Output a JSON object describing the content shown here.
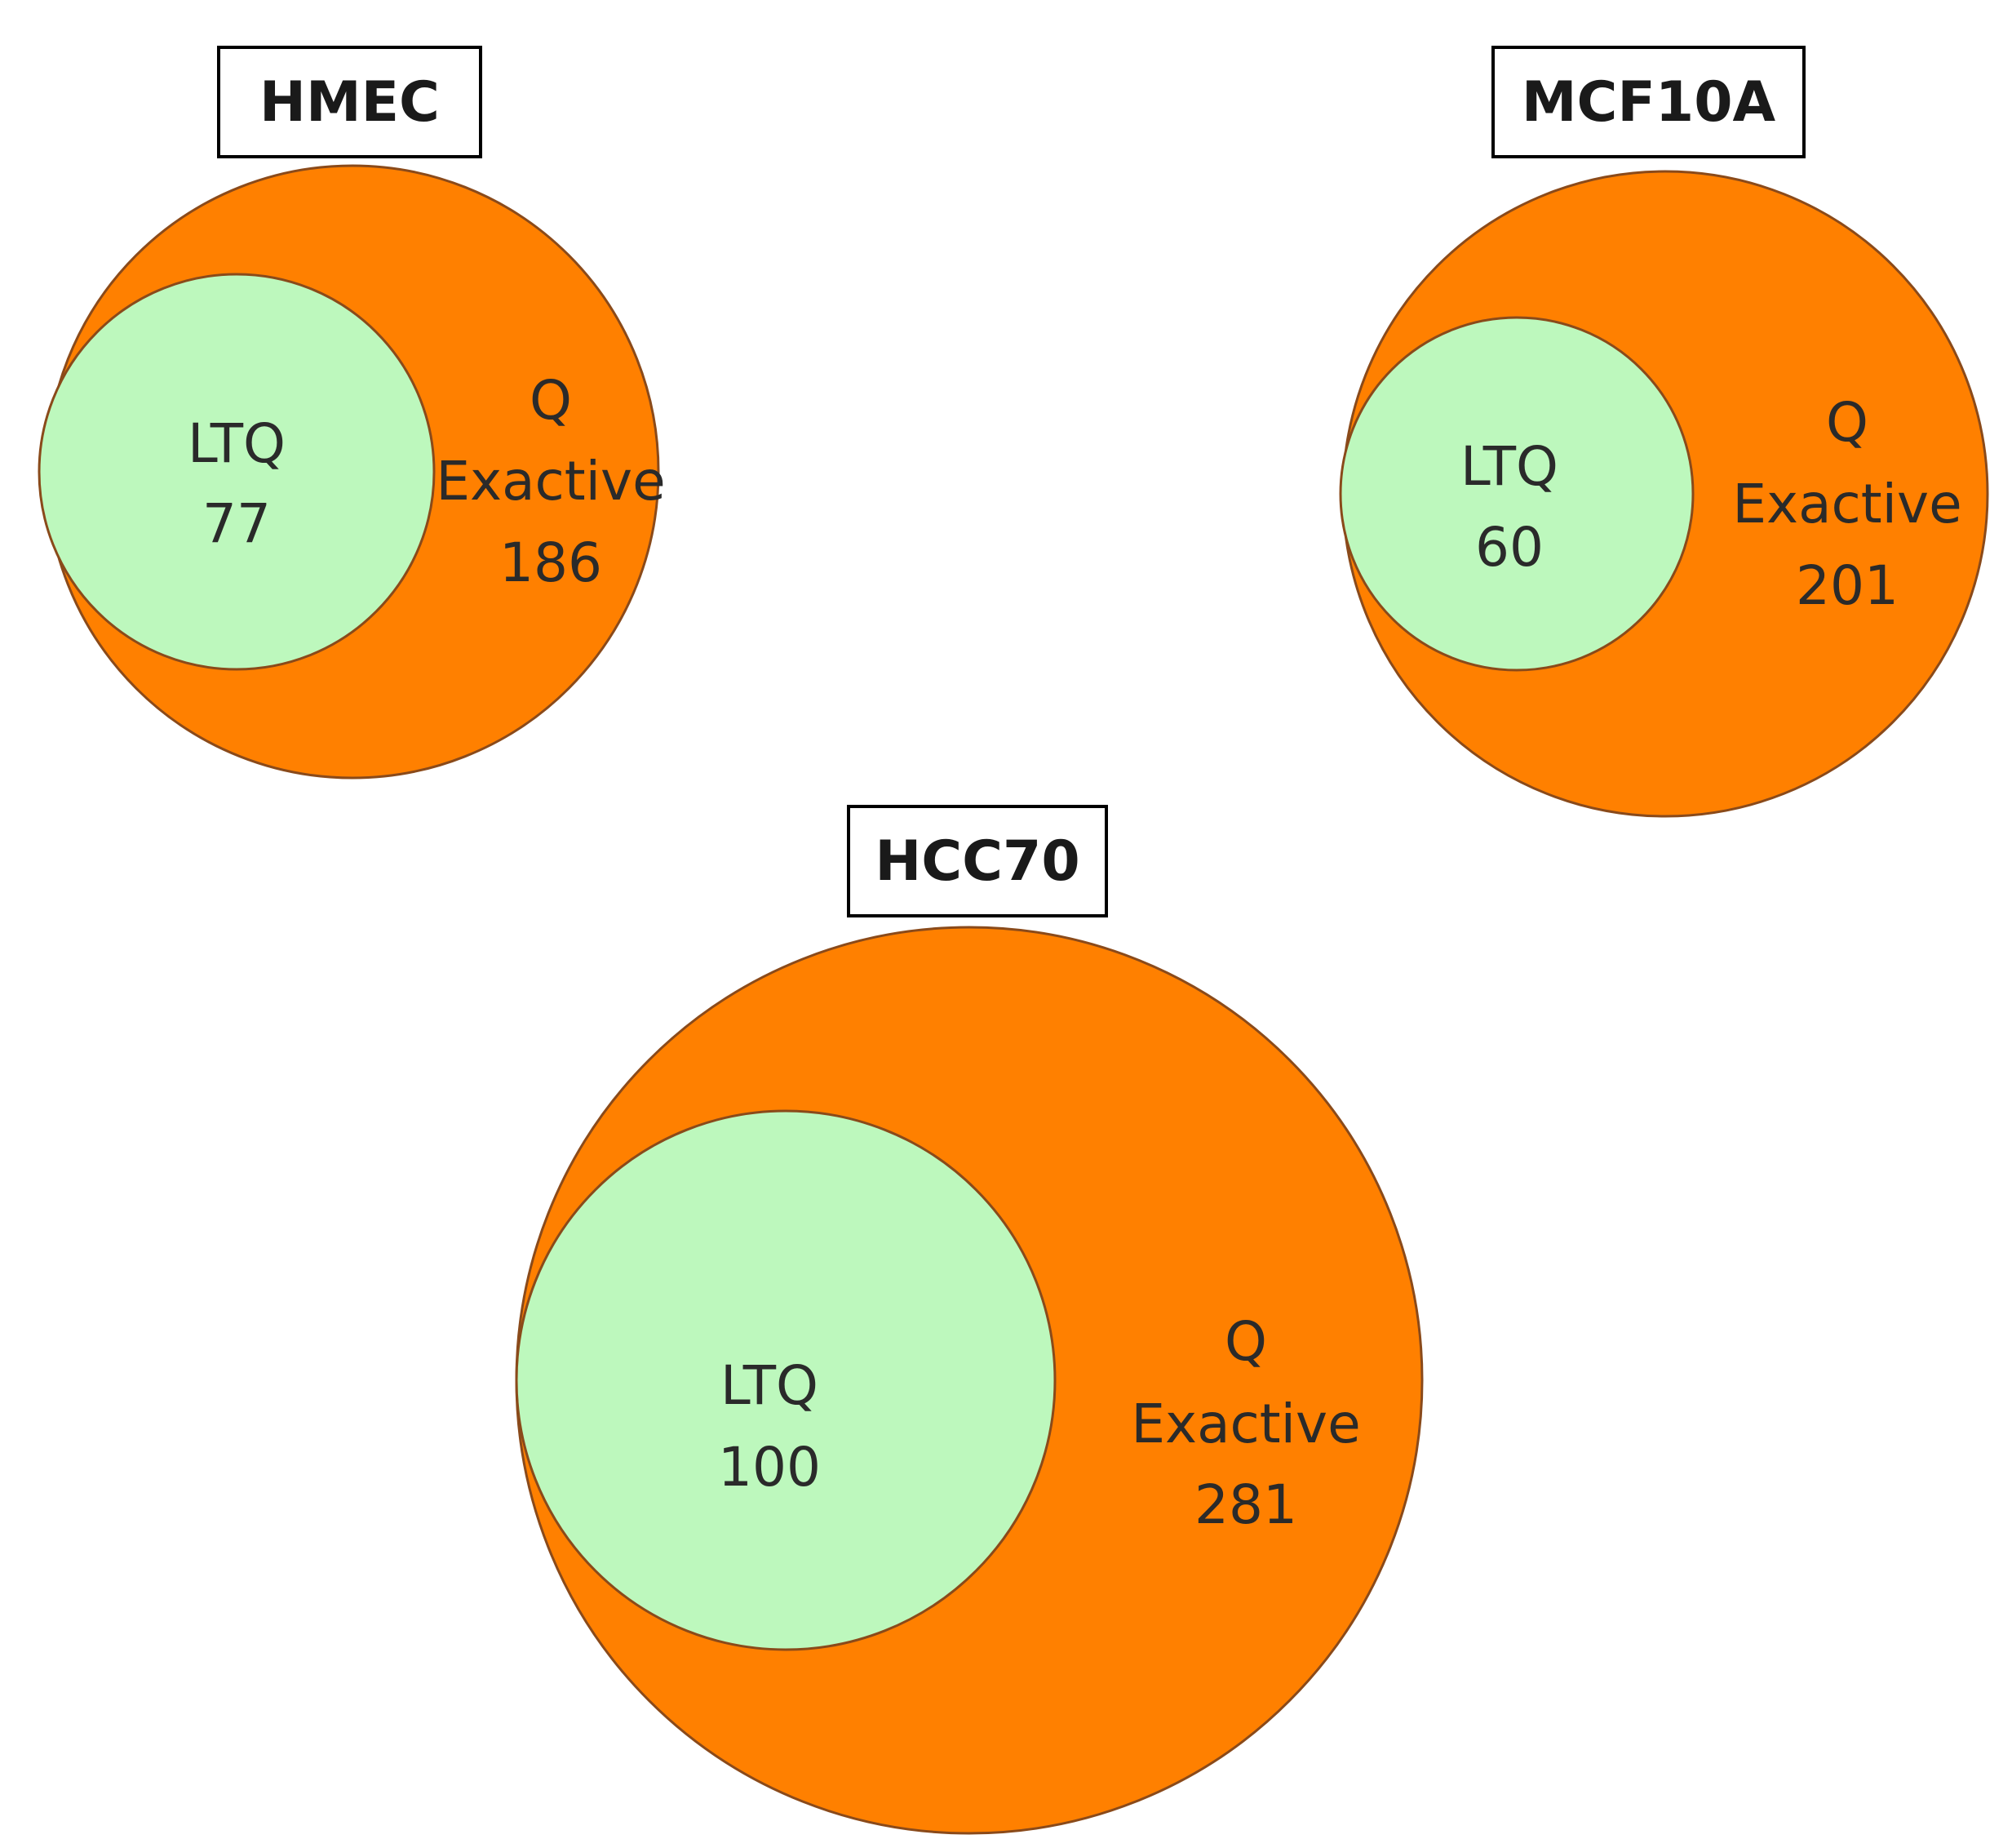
{
  "colors": {
    "outer_fill": "#ff8000",
    "inner_fill": "#bdf8bd",
    "outline": "#8a4a1a",
    "title_border": "#000000"
  },
  "diagrams": [
    {
      "title": "HMEC",
      "inner": {
        "label": "LTQ",
        "value": "77"
      },
      "outer": {
        "label_line1": "Q",
        "label_line2": "Exactive",
        "value": "186"
      }
    },
    {
      "title": "MCF10A",
      "inner": {
        "label": "LTQ",
        "value": "60"
      },
      "outer": {
        "label_line1": "Q",
        "label_line2": "Exactive",
        "value": "201"
      }
    },
    {
      "title": "HCC70",
      "inner": {
        "label": "LTQ",
        "value": "100"
      },
      "outer": {
        "label_line1": "Q",
        "label_line2": "Exactive",
        "value": "281"
      }
    }
  ]
}
